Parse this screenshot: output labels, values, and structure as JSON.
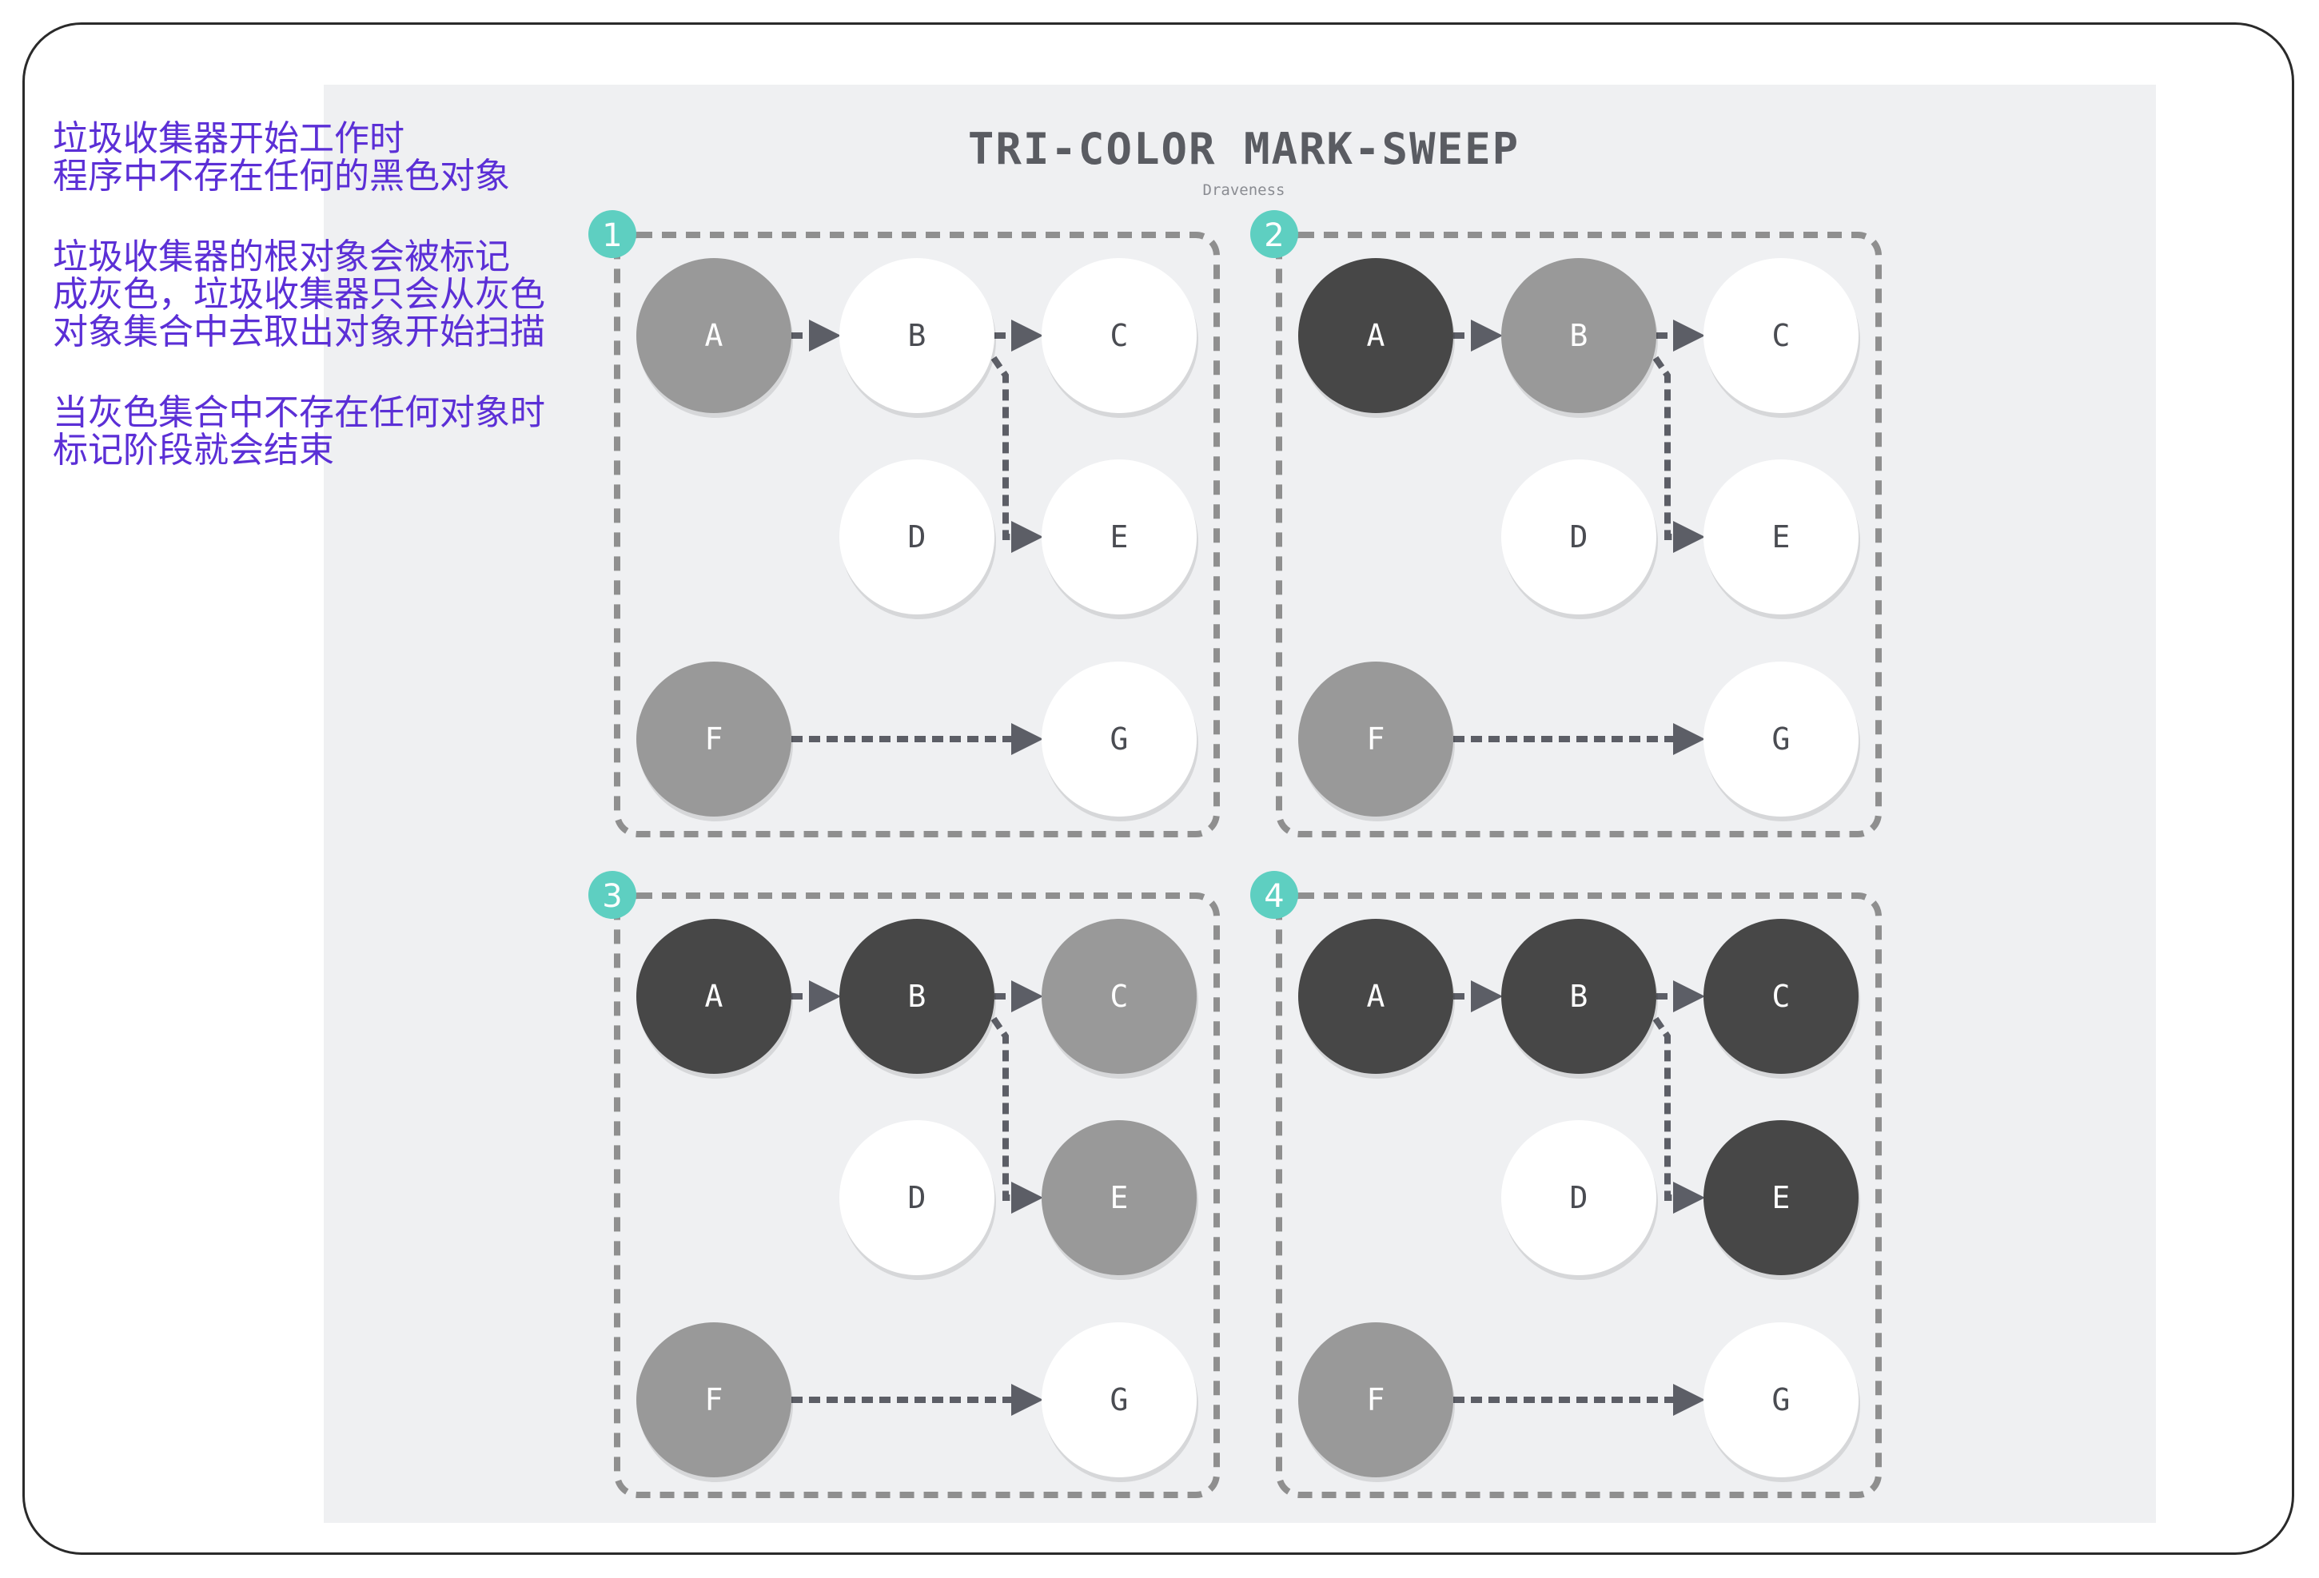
{
  "notes": [
    [
      "垃圾收集器开始工作时",
      "程序中不存在任何的黑色对象"
    ],
    [
      "垃圾收集器的根对象会被标记",
      "成灰色，垃圾收集器只会从灰色",
      "对象集合中去取出对象开始扫描"
    ],
    [
      "当灰色集合中不存在任何对象时",
      "标记阶段就会结束"
    ]
  ],
  "diagram": {
    "title": "TRI-COLOR MARK-SWEEP",
    "subtitle": "Draveness",
    "colors": {
      "white": "#ffffff",
      "grey": "#999999",
      "black": "#474747",
      "badge": "#5ecfc1",
      "edge": "#5c5e66",
      "border": "#8f8f8f",
      "canvas": "#eff0f2"
    },
    "edges": [
      [
        "A",
        "B"
      ],
      [
        "B",
        "C"
      ],
      [
        "B",
        "E"
      ],
      [
        "F",
        "G"
      ]
    ],
    "panels": [
      {
        "step": "1",
        "nodes": {
          "A": "grey",
          "B": "white",
          "C": "white",
          "D": "white",
          "E": "white",
          "F": "grey",
          "G": "white"
        }
      },
      {
        "step": "2",
        "nodes": {
          "A": "black",
          "B": "grey",
          "C": "white",
          "D": "white",
          "E": "white",
          "F": "grey",
          "G": "white"
        }
      },
      {
        "step": "3",
        "nodes": {
          "A": "black",
          "B": "black",
          "C": "grey",
          "D": "white",
          "E": "grey",
          "F": "grey",
          "G": "white"
        }
      },
      {
        "step": "4",
        "nodes": {
          "A": "black",
          "B": "black",
          "C": "black",
          "D": "white",
          "E": "black",
          "F": "grey",
          "G": "white"
        }
      }
    ]
  }
}
